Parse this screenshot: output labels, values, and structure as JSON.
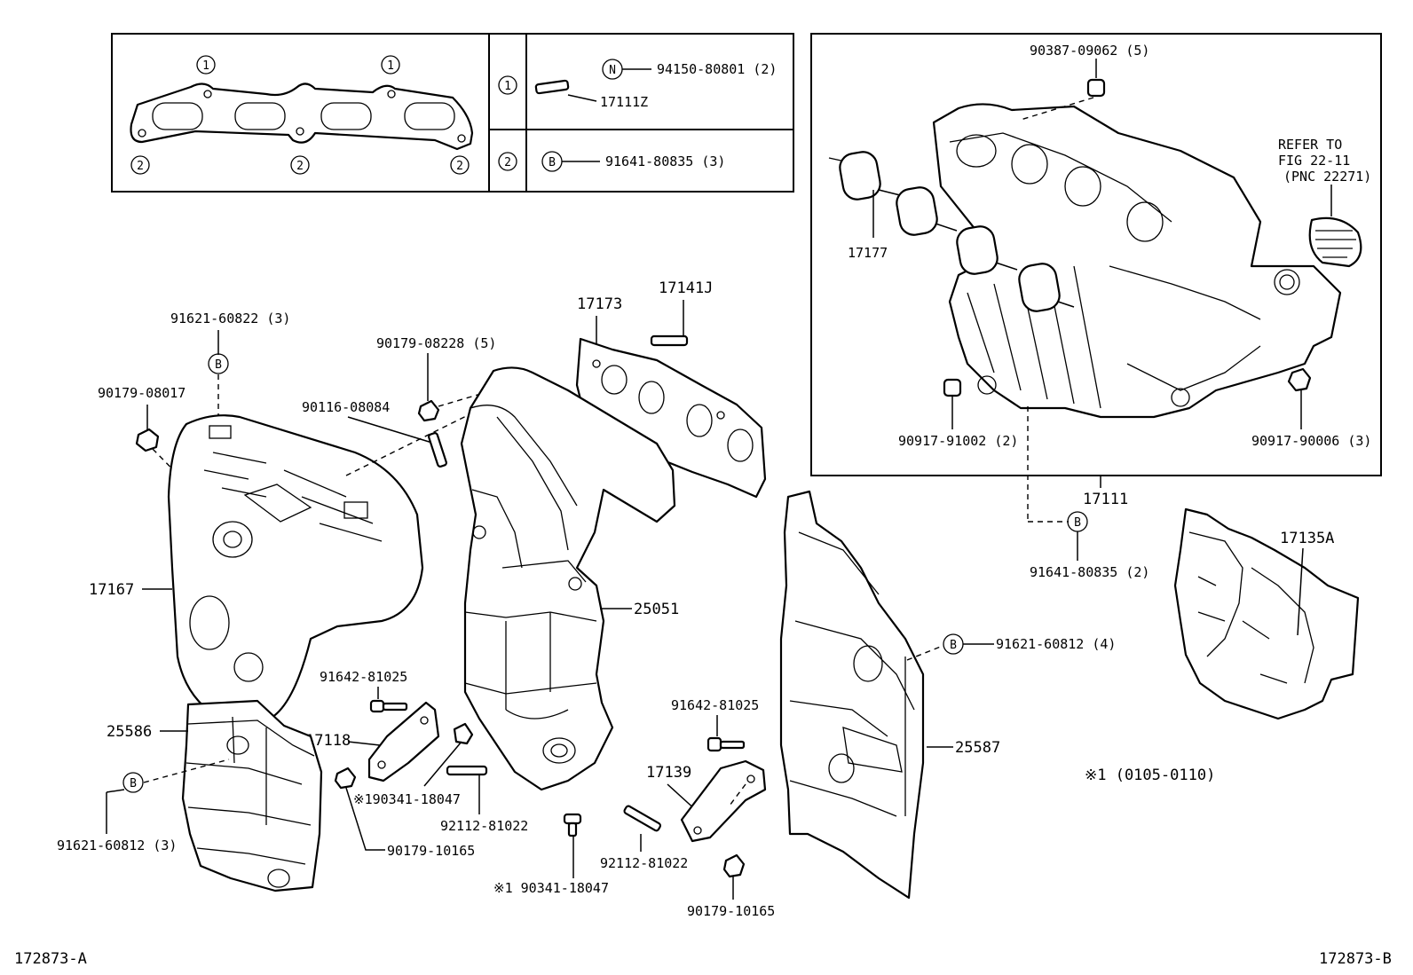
{
  "inset_table": {
    "row1": {
      "ref": "1",
      "nut_marker": "N",
      "nut_part": "94150-80801 (2)",
      "stud_part": "17111Z"
    },
    "row2": {
      "ref": "2",
      "bolt_marker": "B",
      "bolt_part": "91641-80835 (3)"
    },
    "gasket_marks": [
      "1",
      "1",
      "2",
      "2",
      "2"
    ]
  },
  "manifold_inset": {
    "labels": {
      "plug": "90387-09062 (5)",
      "refer_line1": "REFER TO",
      "refer_line2": "FIG 22-11",
      "refer_line3": "(PNC 22271)",
      "gasket": "17177",
      "nut_a": "90917-91002 (2)",
      "nut_b": "90917-90006 (3)"
    }
  },
  "labels": {
    "manifold": "17111",
    "bolt_manifold": "91641-80835 (2)",
    "insulator_upper": "17135A",
    "heat_cover_bolt": "91621-60822 (3)",
    "nut_cover": "90179-08017",
    "nut_manifold": "90179-08228 (5)",
    "stud_manifold": "90116-08084",
    "gasket_exhaust": "17173",
    "stud_exhaust": "17141J",
    "heat_insulator": "17167",
    "converter": "25051",
    "bolt_left_1": "91642-81025",
    "bracket_left": "17118",
    "bolt_note_1": "※190341-18047",
    "stud_lower": "92112-81022",
    "nut_lower": "90179-10165",
    "insulator_lower_left": "25586",
    "bolt_lower_left": "91621-60812 (3)",
    "bolt_right": "91642-81025",
    "bracket_right": "17139",
    "stud_right": "92112-81022",
    "bolt_note_2": "※1 90341-18047",
    "nut_right": "90179-10165",
    "insulator_right": "25587",
    "bolt_insulator_right": "91621-60812 (4)",
    "note": "※1 (0105-0110)",
    "marker_b": "B"
  },
  "footer": {
    "left_code": "172873-A",
    "right_code": "172873-B"
  }
}
